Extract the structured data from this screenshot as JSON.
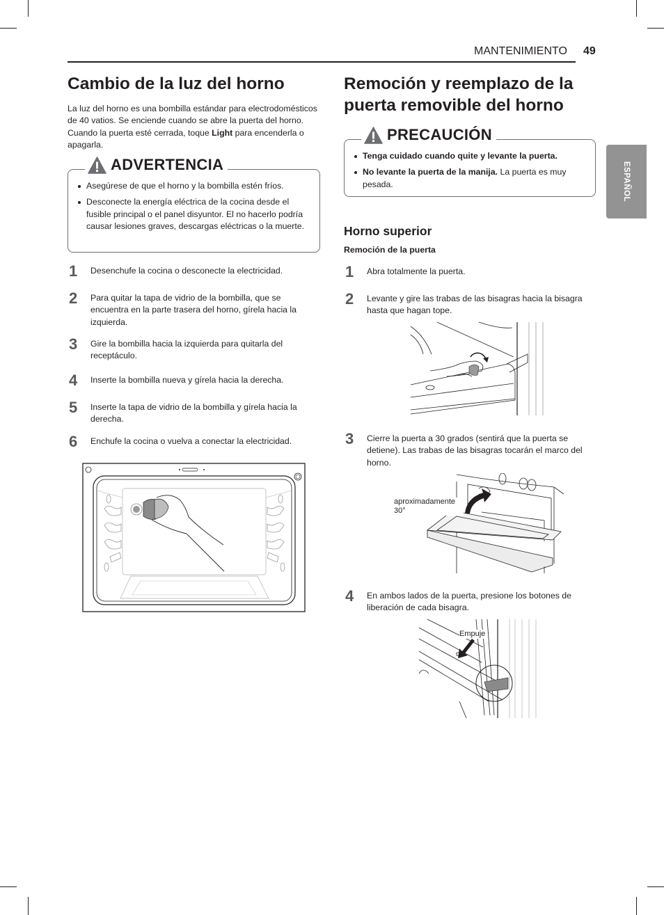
{
  "header": {
    "section": "MANTENIMIENTO",
    "page_number": "49"
  },
  "language_tab": "ESPAÑOL",
  "left": {
    "title": "Cambio de la luz del horno",
    "intro_parts": [
      "La luz del horno es una bombilla estándar para electrodomésticos de 40 vatios. Se enciende cuando se abre la puerta del horno. Cuando la puerta esté cerrada, toque ",
      "Light",
      " para encenderla o apagarla."
    ],
    "warning": {
      "label": "ADVERTENCIA",
      "icon": "warning-triangle-icon",
      "items": [
        "Asegúrese de que el horno y la bombilla estén fríos.",
        "Desconecte la energía eléctrica de la cocina desde el fusible principal o el panel disyuntor. El no hacerlo podría causar lesiones graves, descargas eléctricas o la muerte."
      ]
    },
    "steps": [
      {
        "num": "1",
        "text": "Desenchufe la cocina o desconecte la electricidad."
      },
      {
        "num": "2",
        "text": "Para quitar la tapa de vidrio de la bombilla, que se encuentra en la parte trasera del horno, gírela hacia la izquierda."
      },
      {
        "num": "3",
        "text": "Gire la bombilla hacia la izquierda para quitarla del receptáculo."
      },
      {
        "num": "4",
        "text": "Inserte la bombilla nueva y gírela hacia la derecha."
      },
      {
        "num": "5",
        "text": "Inserte la tapa de vidrio de la bombilla y gírela hacia la derecha."
      },
      {
        "num": "6",
        "text": "Enchufe la cocina o vuelva a conectar la electricidad."
      }
    ],
    "figure": "oven-interior-light-bulb-illustration"
  },
  "right": {
    "title": "Remoción y reemplazo de la puerta removible del horno",
    "caution": {
      "label": "PRECAUCIÓN",
      "icon": "warning-triangle-icon",
      "items": [
        {
          "bold": "Tenga cuidado cuando quite y levante la puerta.",
          "rest": ""
        },
        {
          "bold": "No levante la puerta de la manija.",
          "rest": " La puerta es muy pesada."
        }
      ]
    },
    "subheading": "Horno superior",
    "subsubheading": "Remoción de la puerta",
    "steps": [
      {
        "num": "1",
        "text": "Abra totalmente la puerta."
      },
      {
        "num": "2",
        "text": "Levante y gire las trabas de las bisagras hacia la bisagra hasta que hagan tope."
      },
      {
        "num": "3",
        "text": "Cierre la puerta a 30 grados (sentirá que la puerta se detiene). Las trabas de las bisagras tocarán el marco del horno."
      },
      {
        "num": "4",
        "text": "En ambos lados de la puerta, presione los botones de liberación de cada bisagra."
      }
    ],
    "figure_labels": {
      "angle": "aproximadamente 30°",
      "push": "Empuje"
    }
  },
  "colors": {
    "text": "#231f20",
    "step_number": "#58595b",
    "tab_bg": "#939393",
    "box_border": "#6d6e71"
  }
}
